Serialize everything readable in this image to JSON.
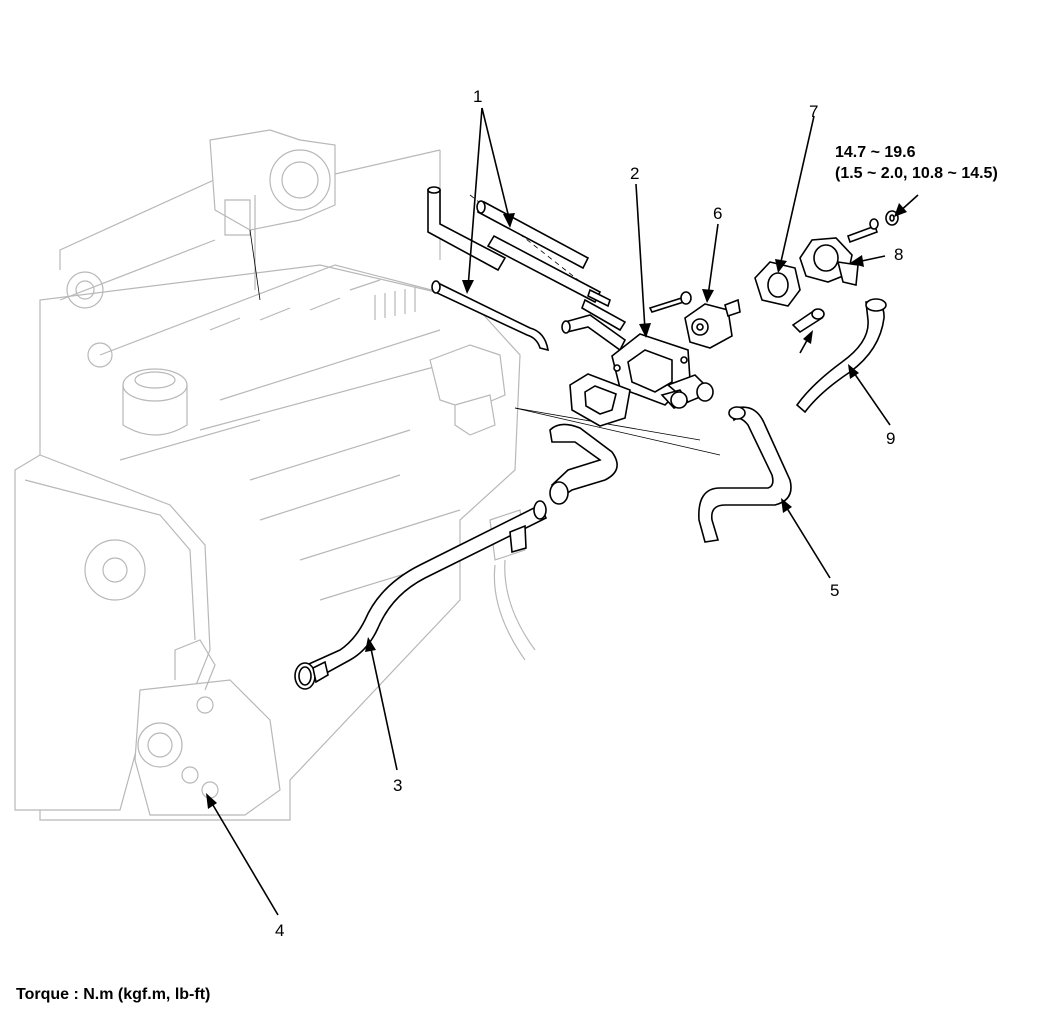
{
  "callouts": {
    "c1": "1",
    "c2": "2",
    "c3": "3",
    "c4": "4",
    "c5": "5",
    "c6": "6",
    "c7": "7",
    "c8": "8",
    "c9": "9"
  },
  "torque_spec": {
    "line1": "14.7 ~ 19.6",
    "line2": "(1.5 ~ 2.0, 10.8 ~ 14.5)"
  },
  "footer": {
    "torque_units": "Torque : N.m (kgf.m, lb-ft)"
  }
}
